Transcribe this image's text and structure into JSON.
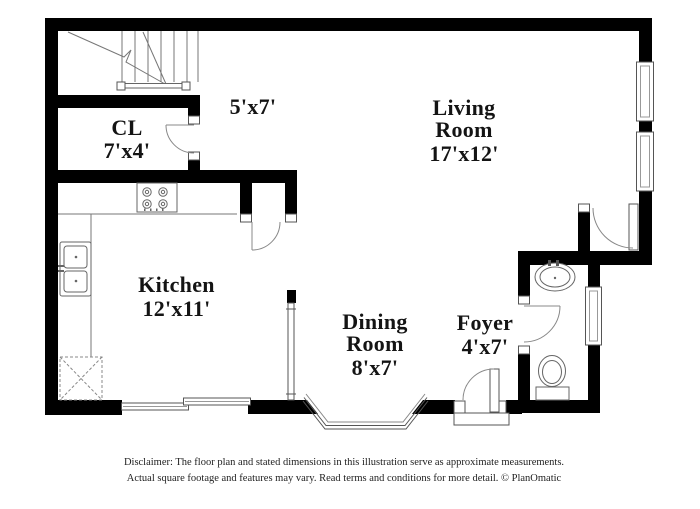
{
  "plan": {
    "rooms": [
      {
        "name": "CL",
        "dims": "7'x4'"
      },
      {
        "name": "",
        "dims": "5'x7'"
      },
      {
        "name": "Living Room",
        "dims": "17'x12'"
      },
      {
        "name": "Kitchen",
        "dims": "12'x11'"
      },
      {
        "name": "Dining Room",
        "dims": "8'x7'"
      },
      {
        "name": "Foyer",
        "dims": "4'x7'"
      }
    ],
    "fixtures": [
      "staircase",
      "closet-door",
      "hall-door",
      "living-room-closet-door",
      "entry-door",
      "entry-threshold",
      "bathroom-door",
      "stove",
      "kitchen-sink",
      "kitchen-counter",
      "appliance-space",
      "kitchen-railing",
      "kitchen-windows",
      "living-room-windows",
      "bathroom-window",
      "bay-window",
      "bathroom-sink",
      "toilet"
    ]
  },
  "footer": {
    "line1": "Disclaimer: The floor plan and stated dimensions in this illustration serve as approximate measurements.",
    "line2": "Actual square footage and features may vary. Read terms and conditions for more detail. © PlanOmatic"
  },
  "colors": {
    "background": "#ffffff",
    "wall": "#000000",
    "fixture_line": "#777777",
    "label_text": "#141414",
    "disclaimer_text": "#222222"
  }
}
